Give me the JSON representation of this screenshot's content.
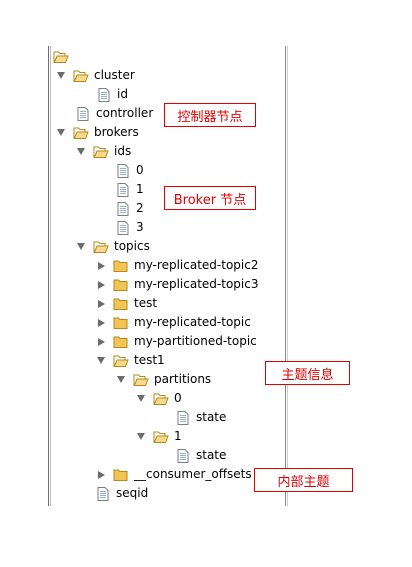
{
  "tree": {
    "cluster": "cluster",
    "id": "id",
    "controller": "controller",
    "brokers": "brokers",
    "ids": "ids",
    "id0": "0",
    "id1": "1",
    "id2": "2",
    "id3": "3",
    "topics": "topics",
    "t_rep2": "my-replicated-topic2",
    "t_rep3": "my-replicated-topic3",
    "t_test": "test",
    "t_rep": "my-replicated-topic",
    "t_part": "my-partitioned-topic",
    "t_test1": "test1",
    "partitions": "partitions",
    "p0": "0",
    "p0_state": "state",
    "p1": "1",
    "p1_state": "state",
    "consumer_offsets": "__consumer_offsets",
    "seqid": "seqid"
  },
  "annotations": {
    "controller_node": "控制器节点",
    "broker_node": "Broker 节点",
    "topic_info": "主题信息",
    "internal_topic": "内部主题"
  },
  "colors": {
    "annotation": "#e00000",
    "folder": "#f2c453",
    "twisty": "#6b6b6b"
  },
  "icons": {
    "folder": "folder-icon",
    "file": "file-icon"
  }
}
